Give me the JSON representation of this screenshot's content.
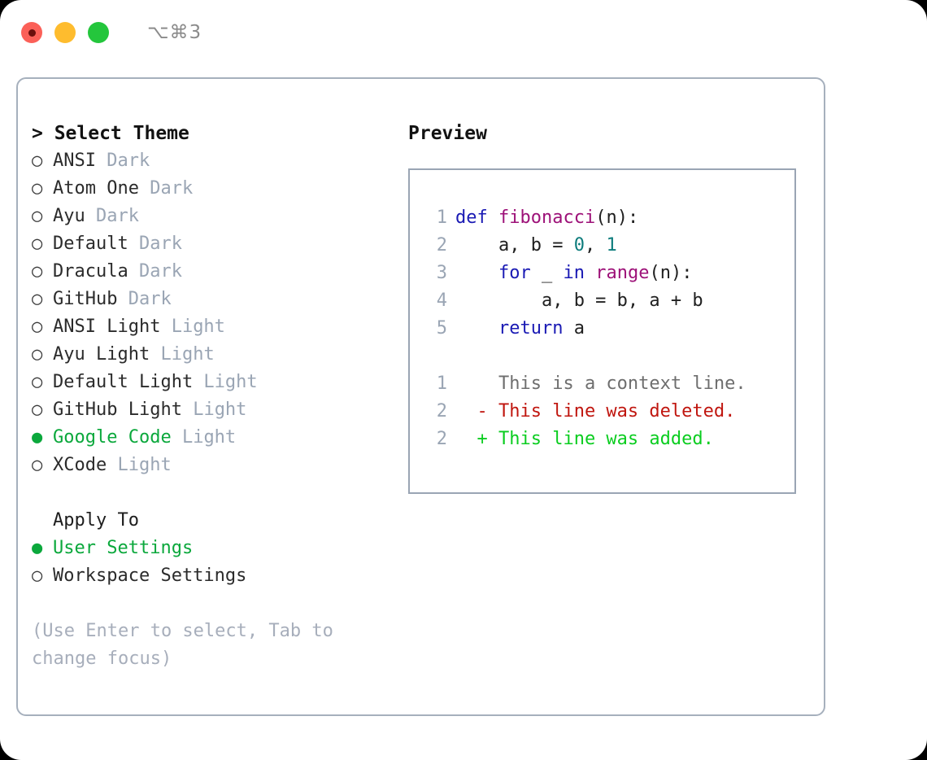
{
  "titlebar": {
    "traffic_lights": [
      "close-red",
      "minimize-yellow",
      "maximize-green"
    ],
    "shortcut": "⌥⌘3"
  },
  "left_panel": {
    "header": "> Select Theme",
    "themes": [
      {
        "marker": "○",
        "name": "ANSI",
        "variant": "Dark",
        "selected": false
      },
      {
        "marker": "○",
        "name": "Atom One",
        "variant": "Dark",
        "selected": false
      },
      {
        "marker": "○",
        "name": "Ayu",
        "variant": "Dark",
        "selected": false
      },
      {
        "marker": "○",
        "name": "Default",
        "variant": "Dark",
        "selected": false
      },
      {
        "marker": "○",
        "name": "Dracula",
        "variant": "Dark",
        "selected": false
      },
      {
        "marker": "○",
        "name": "GitHub",
        "variant": "Dark",
        "selected": false
      },
      {
        "marker": "○",
        "name": "ANSI Light",
        "variant": "Light",
        "selected": false
      },
      {
        "marker": "○",
        "name": "Ayu Light",
        "variant": "Light",
        "selected": false
      },
      {
        "marker": "○",
        "name": "Default Light",
        "variant": "Light",
        "selected": false
      },
      {
        "marker": "○",
        "name": "GitHub Light",
        "variant": "Light",
        "selected": false
      },
      {
        "marker": "●",
        "name": "Google Code",
        "variant": "Light",
        "selected": true
      },
      {
        "marker": "○",
        "name": "XCode",
        "variant": "Light",
        "selected": false
      }
    ],
    "apply_to": {
      "title": "Apply To",
      "options": [
        {
          "marker": "●",
          "label": "User Settings",
          "selected": true
        },
        {
          "marker": "○",
          "label": "Workspace Settings",
          "selected": false
        }
      ]
    },
    "hint": "(Use Enter to select, Tab to change focus)"
  },
  "right_panel": {
    "header": "Preview",
    "code_lines": [
      {
        "num": "1",
        "tokens": [
          {
            "t": "def ",
            "c": "kw"
          },
          {
            "t": "fibonacci",
            "c": "fn"
          },
          {
            "t": "(n):",
            "c": "plain"
          }
        ]
      },
      {
        "num": "2",
        "tokens": [
          {
            "t": "    a, b = ",
            "c": "plain"
          },
          {
            "t": "0",
            "c": "num"
          },
          {
            "t": ", ",
            "c": "plain"
          },
          {
            "t": "1",
            "c": "num"
          }
        ]
      },
      {
        "num": "3",
        "tokens": [
          {
            "t": "    ",
            "c": "plain"
          },
          {
            "t": "for",
            "c": "kw"
          },
          {
            "t": " _ ",
            "c": "plain"
          },
          {
            "t": "in",
            "c": "kw"
          },
          {
            "t": " ",
            "c": "plain"
          },
          {
            "t": "range",
            "c": "fn"
          },
          {
            "t": "(n):",
            "c": "plain"
          }
        ]
      },
      {
        "num": "4",
        "tokens": [
          {
            "t": "        a, b = b, a + b",
            "c": "plain"
          }
        ]
      },
      {
        "num": "5",
        "tokens": [
          {
            "t": "    ",
            "c": "plain"
          },
          {
            "t": "return",
            "c": "kw"
          },
          {
            "t": " a",
            "c": "plain"
          }
        ]
      }
    ],
    "diff_lines": [
      {
        "num": "1",
        "sign": "  ",
        "text": "This is a context line.",
        "kind": "ctx"
      },
      {
        "num": "2",
        "sign": "- ",
        "text": "This line was deleted.",
        "kind": "del"
      },
      {
        "num": "2",
        "sign": "+ ",
        "text": "This line was added.",
        "kind": "add"
      }
    ]
  },
  "colors": {
    "accent_green": "#0ba83c",
    "muted": "#9aa5b4",
    "keyword": "#1a1ab4",
    "function": "#9d1178",
    "number": "#0d7c7c",
    "diff_add": "#0bcd20",
    "diff_del": "#c0160f",
    "border": "#a6b0bd"
  }
}
